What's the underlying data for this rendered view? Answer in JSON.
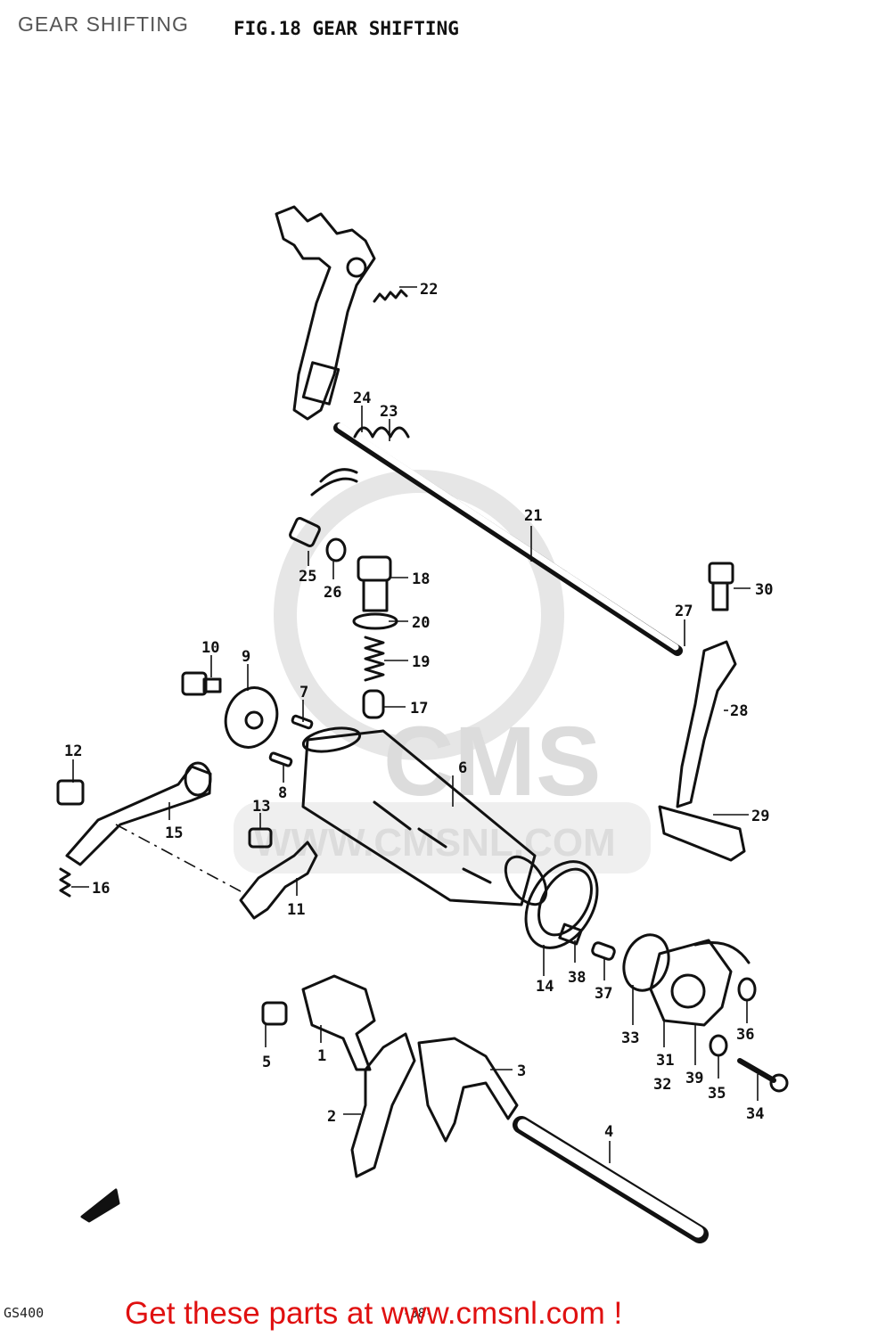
{
  "header": {
    "page_title": "GEAR SHIFTING",
    "figure_title": "FIG.18  GEAR SHIFTING"
  },
  "parts": [
    {
      "num": "1"
    },
    {
      "num": "2"
    },
    {
      "num": "3"
    },
    {
      "num": "4"
    },
    {
      "num": "5"
    },
    {
      "num": "6"
    },
    {
      "num": "7"
    },
    {
      "num": "8"
    },
    {
      "num": "9"
    },
    {
      "num": "10"
    },
    {
      "num": "11"
    },
    {
      "num": "12"
    },
    {
      "num": "13"
    },
    {
      "num": "14"
    },
    {
      "num": "15"
    },
    {
      "num": "16"
    },
    {
      "num": "17"
    },
    {
      "num": "18"
    },
    {
      "num": "19"
    },
    {
      "num": "20"
    },
    {
      "num": "21"
    },
    {
      "num": "22"
    },
    {
      "num": "23"
    },
    {
      "num": "24"
    },
    {
      "num": "25"
    },
    {
      "num": "26"
    },
    {
      "num": "27"
    },
    {
      "num": "28"
    },
    {
      "num": "29"
    },
    {
      "num": "30"
    },
    {
      "num": "31"
    },
    {
      "num": "32"
    },
    {
      "num": "33"
    },
    {
      "num": "34"
    },
    {
      "num": "35"
    },
    {
      "num": "36"
    },
    {
      "num": "37"
    },
    {
      "num": "38"
    },
    {
      "num": "39"
    }
  ],
  "watermark": {
    "brand": "CMS",
    "site": "WWW.CMSNL.COM"
  },
  "footer": {
    "model_code": "GS400",
    "page_number": "-38-",
    "promo": "Get these parts at www.cmsnl.com !"
  },
  "colors": {
    "ink": "#111111",
    "promo": "#e01010",
    "watermark": "#dcdcdc"
  }
}
